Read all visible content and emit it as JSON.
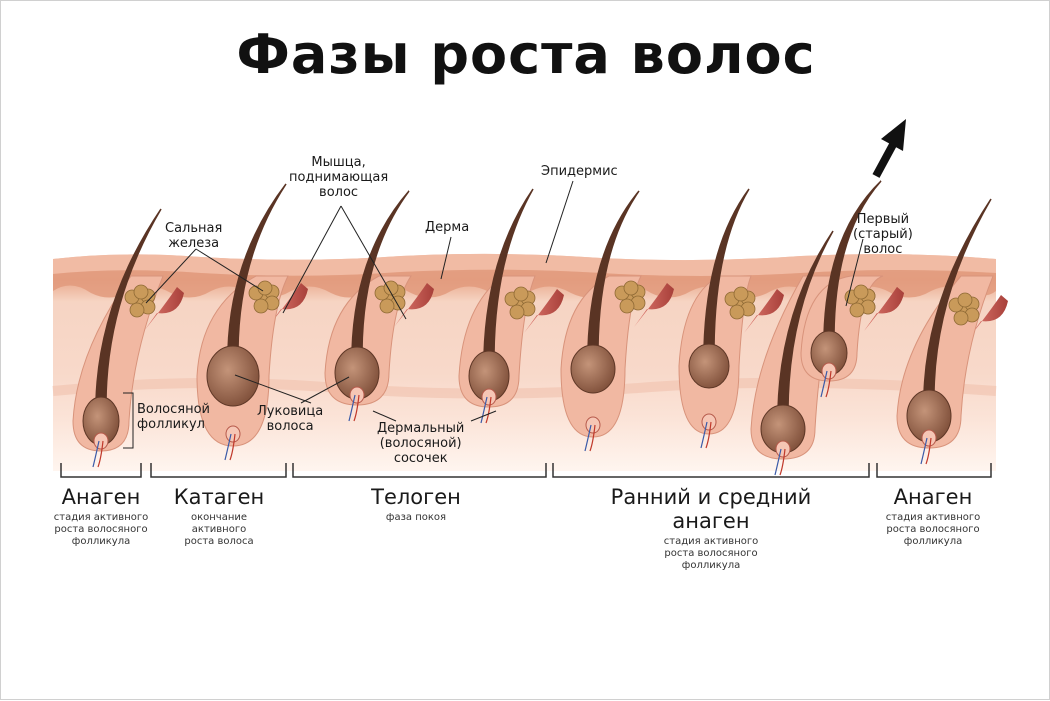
{
  "title": "Фазы роста волос",
  "labels": {
    "epidermis": "Эпидермис",
    "dermis": "Дерма",
    "sebaceous_gland": [
      "Сальная",
      "железа"
    ],
    "arrector_muscle": [
      "Мышца,",
      "поднимающая",
      "волос"
    ],
    "first_old_hair": [
      "Первый",
      "(старый)",
      "волос"
    ],
    "hair_follicle": [
      "Волосяной",
      "фолликул"
    ],
    "hair_bulb": [
      "Луковица",
      "волоса"
    ],
    "dermal_papilla": [
      "Дермальный",
      "(волосяной)",
      "сосочек"
    ]
  },
  "phases": [
    {
      "name": "Анаген",
      "desc": [
        "стадия активного",
        "роста волосяного",
        "фолликула"
      ]
    },
    {
      "name": "Катаген",
      "desc": [
        "окончание",
        "активного",
        "роста волоса"
      ]
    },
    {
      "name": "Телоген",
      "desc": [
        "фаза покоя"
      ]
    },
    {
      "name": "Ранний и средний анаген",
      "desc": [
        "стадия активного",
        "роста волосяного",
        "фолликула"
      ]
    },
    {
      "name": "Анаген",
      "desc": [
        "стадия активного",
        "роста волосяного",
        "фолликула"
      ]
    }
  ],
  "colors": {
    "skin_surface": "#e9a98d",
    "dermis_upper": "#f6d2c0",
    "dermis_lower": "#fbe3d6",
    "hair": "#5a3424",
    "bulb": "#8c5a44",
    "sheath": "#f1b8a2",
    "gland": "#c99a5a",
    "muscle": "#c0504a"
  }
}
